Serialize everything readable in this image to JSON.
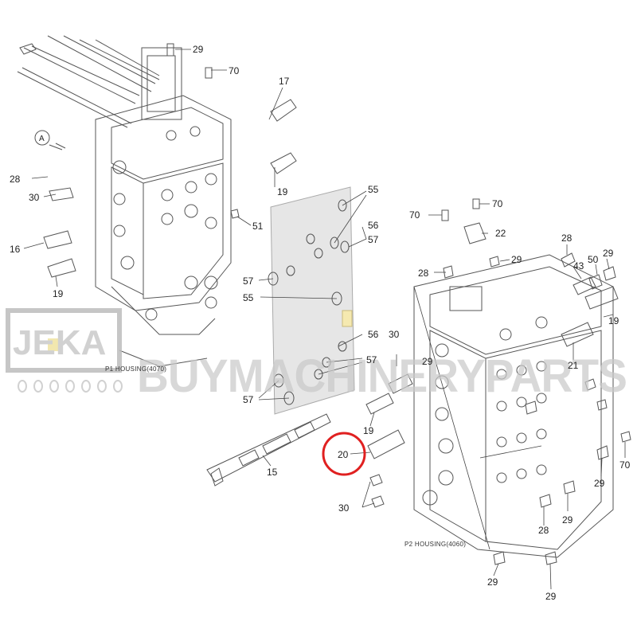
{
  "labels": [
    {
      "id": "29a",
      "text": "29"
    },
    {
      "id": "70a",
      "text": "70"
    },
    {
      "id": "17",
      "text": "17"
    },
    {
      "id": "28a",
      "text": "28"
    },
    {
      "id": "30a",
      "text": "30"
    },
    {
      "id": "19a",
      "text": "19"
    },
    {
      "id": "16",
      "text": "16"
    },
    {
      "id": "19b",
      "text": "19"
    },
    {
      "id": "51",
      "text": "51"
    },
    {
      "id": "55a",
      "text": "55"
    },
    {
      "id": "56a",
      "text": "56"
    },
    {
      "id": "57a",
      "text": "57"
    },
    {
      "id": "57b",
      "text": "57"
    },
    {
      "id": "55b",
      "text": "55"
    },
    {
      "id": "56b",
      "text": "56"
    },
    {
      "id": "57c",
      "text": "57"
    },
    {
      "id": "57d",
      "text": "57"
    },
    {
      "id": "30b",
      "text": "30"
    },
    {
      "id": "19c",
      "text": "19"
    },
    {
      "id": "20",
      "text": "20"
    },
    {
      "id": "15",
      "text": "15"
    },
    {
      "id": "30c",
      "text": "30"
    },
    {
      "id": "70b",
      "text": "70"
    },
    {
      "id": "70c",
      "text": "70"
    },
    {
      "id": "22",
      "text": "22"
    },
    {
      "id": "28b",
      "text": "28"
    },
    {
      "id": "29b",
      "text": "29"
    },
    {
      "id": "28c",
      "text": "28"
    },
    {
      "id": "43",
      "text": "43"
    },
    {
      "id": "50",
      "text": "50"
    },
    {
      "id": "29c",
      "text": "29"
    },
    {
      "id": "19d",
      "text": "19"
    },
    {
      "id": "21",
      "text": "21"
    },
    {
      "id": "70d",
      "text": "70"
    },
    {
      "id": "29d",
      "text": "29"
    },
    {
      "id": "29e",
      "text": "29"
    },
    {
      "id": "28d",
      "text": "28"
    },
    {
      "id": "29f",
      "text": "29"
    },
    {
      "id": "29g",
      "text": "29"
    },
    {
      "id": "29h",
      "text": "29"
    },
    {
      "id": "A",
      "text": "A"
    }
  ],
  "housings": {
    "p1": "P1 HOUSING(4070)",
    "p2": "P2 HOUSING(4060)"
  },
  "watermark": {
    "logo": "JEKA",
    "brand": "BUYMACHINERYPARTS"
  },
  "highlight": {
    "label": "20",
    "color": "#e02020"
  }
}
